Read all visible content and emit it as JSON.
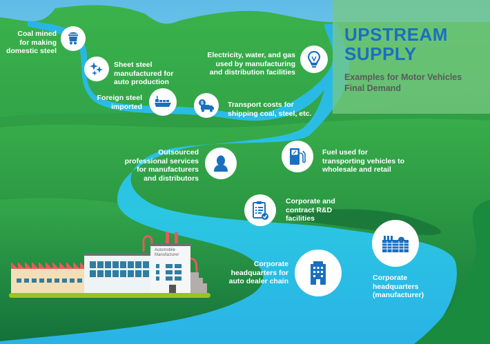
{
  "title": {
    "line1": "UPSTREAM",
    "line2": "SUPPLY",
    "subtitle_line1": "Examples for Motor Vehicles",
    "subtitle_line2": "Final Demand"
  },
  "colors": {
    "sky": "#7cc8ea",
    "hill_green": "#35ab4a",
    "dark_green": "#1b7f3c",
    "river": "#29b6e3",
    "icon_blue": "#1a6fc0",
    "title_blue": "#1a6fc0",
    "subtitle_gray": "#5a5a5a"
  },
  "factory": {
    "sign_line1": "Automobile",
    "sign_line2": "Manufacturer"
  },
  "items": [
    {
      "id": "coal",
      "icon": "mine-cart-icon",
      "lines": [
        "Coal mined",
        "for making",
        "domestic steel"
      ]
    },
    {
      "id": "sheet-steel",
      "icon": "sparkle-icon",
      "lines": [
        "Sheet steel",
        "manufactured for",
        "auto production"
      ]
    },
    {
      "id": "foreign-steel",
      "icon": "cargo-ship-icon",
      "lines": [
        "Foreign steel",
        "imported"
      ]
    },
    {
      "id": "utilities",
      "icon": "lightbulb-icon",
      "lines": [
        "Electricity, water, and gas",
        "used by manufacturing",
        "and distribution facilities"
      ]
    },
    {
      "id": "transport",
      "icon": "delivery-truck-icon",
      "lines": [
        "Transport costs for",
        "shipping coal, steel, etc."
      ]
    },
    {
      "id": "professional",
      "icon": "person-icon",
      "lines": [
        "Outsourced",
        "professional services",
        "for manufacturers",
        "and distributors"
      ]
    },
    {
      "id": "fuel",
      "icon": "fuel-pump-icon",
      "lines": [
        "Fuel used for",
        "transporting vehicles to",
        "wholesale and retail"
      ]
    },
    {
      "id": "rnd",
      "icon": "clipboard-check-icon",
      "lines": [
        "Corporate and",
        "contract R&D",
        "facilities"
      ]
    },
    {
      "id": "dealer-hq",
      "icon": "office-building-icon",
      "lines": [
        "Corporate",
        "headquarters for",
        "auto dealer chain"
      ]
    },
    {
      "id": "manufacturer-hq",
      "icon": "factory-building-icon",
      "lines": [
        "Corporate",
        "headquarters",
        "(manufacturer)"
      ]
    }
  ]
}
